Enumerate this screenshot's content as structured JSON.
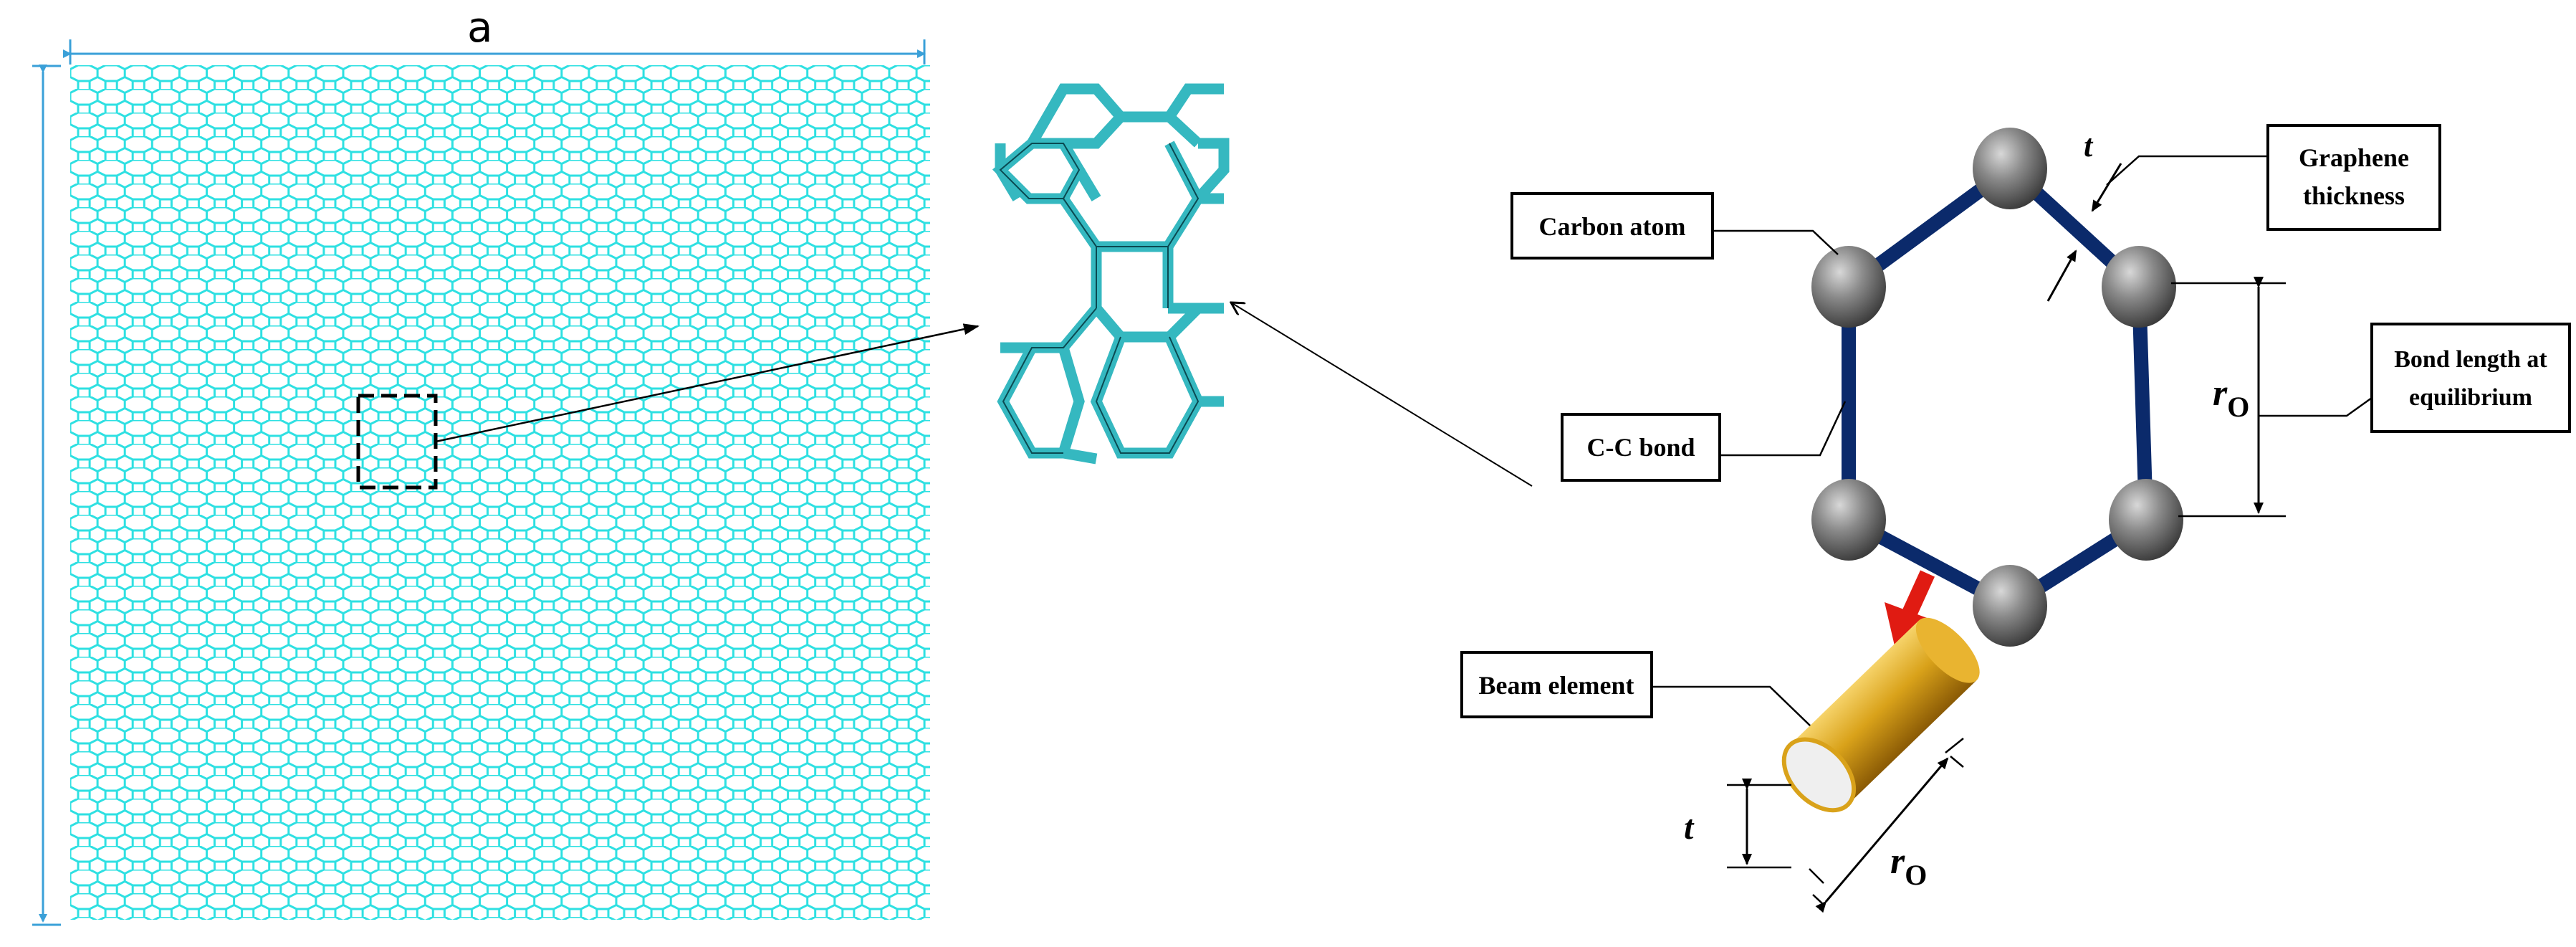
{
  "colors": {
    "lattice": "#2ee0e2",
    "lattice_zoom": "#35b8c0",
    "dim_arrow": "#3aa0d8",
    "bond": "#0b2a6b",
    "atom": "#707070",
    "beam": "#d9a21a",
    "red_arrow": "#e01b12"
  },
  "icons": {
    "atom": "grey-sphere",
    "beam": "cylinder",
    "pointer": "red-arrow"
  },
  "labels": {
    "width_symbol": "a",
    "carbon_atom": "Carbon atom",
    "graphene_thickness_line1": "Graphene",
    "graphene_thickness_line2": "thickness",
    "cc_bond": "C-C bond",
    "bond_length_line1": "Bond length at",
    "bond_length_line2": "equilibrium",
    "beam_element": "Beam element",
    "t_symbol": "t",
    "r_symbol": "r",
    "r_subscript": "O"
  }
}
